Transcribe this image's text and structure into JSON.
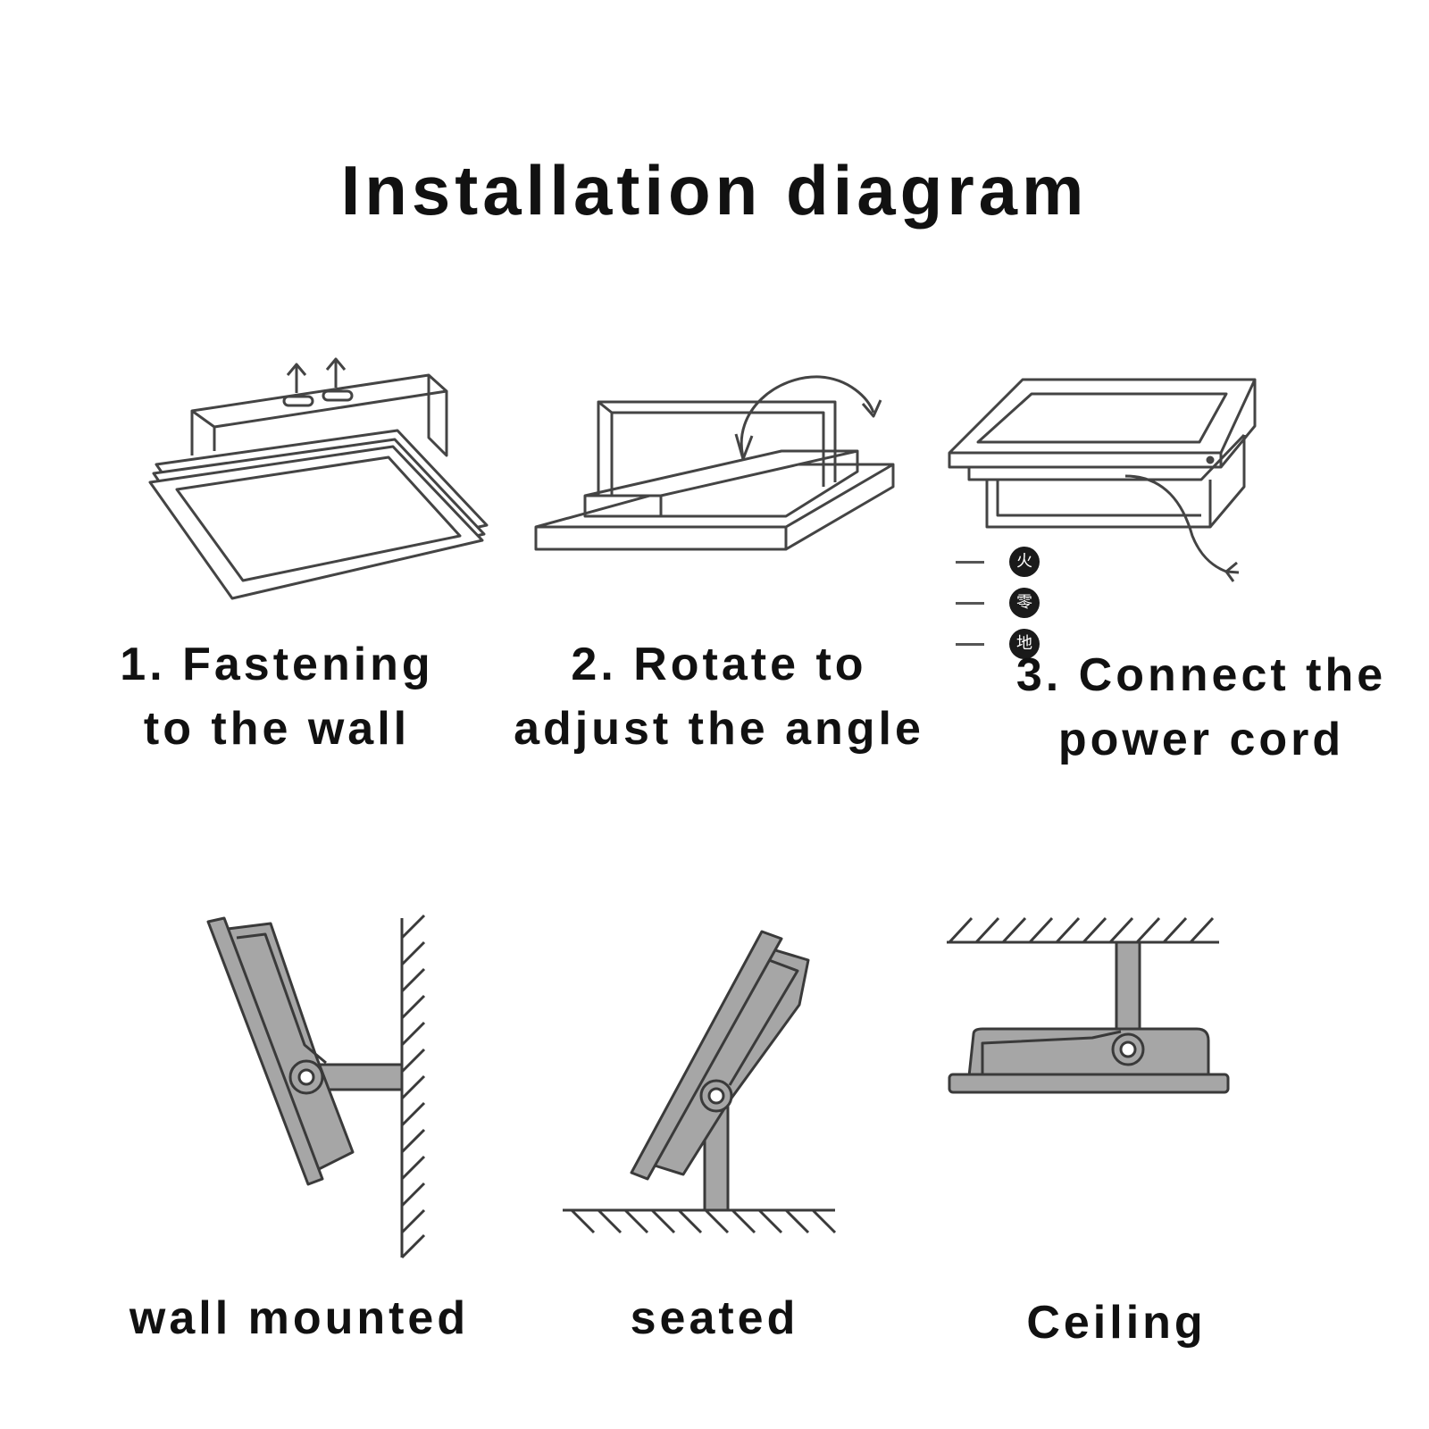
{
  "title": "Installation diagram",
  "steps": [
    {
      "line1": "1. Fastening",
      "line2": "to the wall"
    },
    {
      "line1": "2. Rotate to",
      "line2": "adjust the angle"
    },
    {
      "line1": "3. Connect the",
      "line2": "power cord"
    }
  ],
  "wire_labels": [
    "火",
    "零",
    "地"
  ],
  "mounting_modes": [
    {
      "label": "wall mounted"
    },
    {
      "label": "seated"
    },
    {
      "label": "Ceiling"
    }
  ],
  "colors": {
    "line": "#444444",
    "fill": "#a6a6a6",
    "text": "#111111"
  }
}
